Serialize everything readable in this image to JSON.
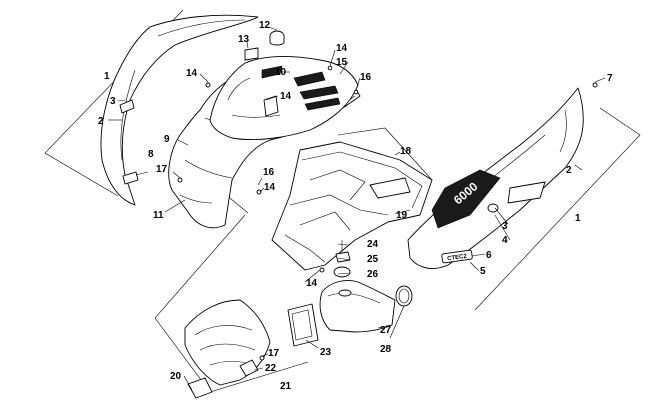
{
  "callouts": {
    "c1a": "1",
    "c1b": "1",
    "c2a": "2",
    "c2b": "2",
    "c3a": "3",
    "c3b": "3",
    "c4": "4",
    "c5": "5",
    "c6": "6",
    "c7": "7",
    "c8": "8",
    "c9": "9",
    "c10": "10",
    "c11": "11",
    "c12": "12",
    "c13": "13",
    "c14a": "14",
    "c14b": "14",
    "c14c": "14",
    "c14d": "14",
    "c14e": "14",
    "c15": "15",
    "c16a": "16",
    "c16b": "16",
    "c17a": "17",
    "c17b": "17",
    "c18": "18",
    "c19": "19",
    "c20": "20",
    "c21": "21",
    "c22": "22",
    "c23": "23",
    "c24": "24",
    "c25": "25",
    "c26": "26",
    "c27": "27",
    "c28": "28"
  },
  "decal_text": "6000",
  "badge_text": "CTEC2"
}
